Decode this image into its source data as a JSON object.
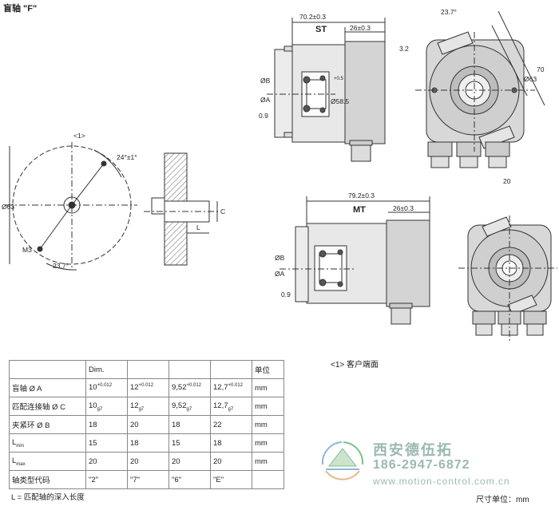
{
  "title": "盲轴 \"F\"",
  "drawing": {
    "view_st": {
      "label": "ST",
      "dim_overall": "70.2±0.3",
      "dim_body": "26±0.3",
      "dim_b": "ØB",
      "dim_a": "ØA",
      "dim_diam": "Ø58.5",
      "dim_diam_sup": "+0.5",
      "dim_09": "0.9"
    },
    "view_st_front": {
      "angle": "23.7°",
      "dim_32": "3.2",
      "dim_70": "70",
      "dim_63": "Ø63",
      "dim_20": "20"
    },
    "callout": "<1>",
    "customer_face": {
      "angle1": "24°±1°",
      "dim_63": "Ø63",
      "thread": "M3",
      "angle2": "23.7°"
    },
    "shaft_section": {
      "dim_c": "C",
      "dim_l": "L"
    },
    "view_mt": {
      "label": "MT",
      "dim_overall": "79.2±0.3",
      "dim_body": "26±0.3",
      "dim_b": "ØB",
      "dim_a": "ØA",
      "dim_09": "0.9"
    }
  },
  "customer_note": "<1> 客户端面",
  "table": {
    "header": {
      "dim": "Dim.",
      "unit": "单位"
    },
    "rows": [
      {
        "label": "盲轴 Ø A",
        "values": [
          {
            "main": "10",
            "sup": "+0.012",
            "sub": ""
          },
          {
            "main": "12",
            "sup": "+0.012",
            "sub": ""
          },
          {
            "main": "9,52",
            "sup": "+0.012",
            "sub": ""
          },
          {
            "main": "12,7",
            "sup": "+0.012",
            "sub": ""
          }
        ],
        "unit": "mm"
      },
      {
        "label": "匹配连接轴 Ø C",
        "values": [
          {
            "main": "10",
            "sup": "",
            "sub": "g7"
          },
          {
            "main": "12",
            "sup": "",
            "sub": "g7"
          },
          {
            "main": "9,52",
            "sup": "",
            "sub": "g7"
          },
          {
            "main": "12,7",
            "sup": "",
            "sub": "g7"
          }
        ],
        "unit": "mm"
      },
      {
        "label": "夹紧环 Ø B",
        "values": [
          {
            "main": "18",
            "sup": "",
            "sub": ""
          },
          {
            "main": "20",
            "sup": "",
            "sub": ""
          },
          {
            "main": "18",
            "sup": "",
            "sub": ""
          },
          {
            "main": "22",
            "sup": "",
            "sub": ""
          }
        ],
        "unit": "mm"
      },
      {
        "label": "L",
        "label_sub": "min",
        "values": [
          {
            "main": "15",
            "sup": "",
            "sub": ""
          },
          {
            "main": "18",
            "sup": "",
            "sub": ""
          },
          {
            "main": "15",
            "sup": "",
            "sub": ""
          },
          {
            "main": "18",
            "sup": "",
            "sub": ""
          }
        ],
        "unit": "mm"
      },
      {
        "label": "L",
        "label_sub": "max",
        "values": [
          {
            "main": "20",
            "sup": "",
            "sub": ""
          },
          {
            "main": "20",
            "sup": "",
            "sub": ""
          },
          {
            "main": "20",
            "sup": "",
            "sub": ""
          },
          {
            "main": "20",
            "sup": "",
            "sub": ""
          }
        ],
        "unit": "mm"
      },
      {
        "label": "轴类型代码",
        "values": [
          {
            "main": "\"2\"",
            "sup": "",
            "sub": ""
          },
          {
            "main": "\"7\"",
            "sup": "",
            "sub": ""
          },
          {
            "main": "\"6\"",
            "sup": "",
            "sub": ""
          },
          {
            "main": "\"E\"",
            "sup": "",
            "sub": ""
          }
        ],
        "unit": ""
      }
    ]
  },
  "footnote": "L = 匹配轴的深入长度",
  "unit_note": "尺寸单位：mm",
  "watermark": {
    "name": "西安德伍拓",
    "phone": "186-2947-6872",
    "url": "www.motion-control.com.cn",
    "colors": {
      "text": "#9ab9b3",
      "green": "#7fc08a",
      "blue": "#8fb7d6",
      "orange": "#e8b98a"
    }
  }
}
